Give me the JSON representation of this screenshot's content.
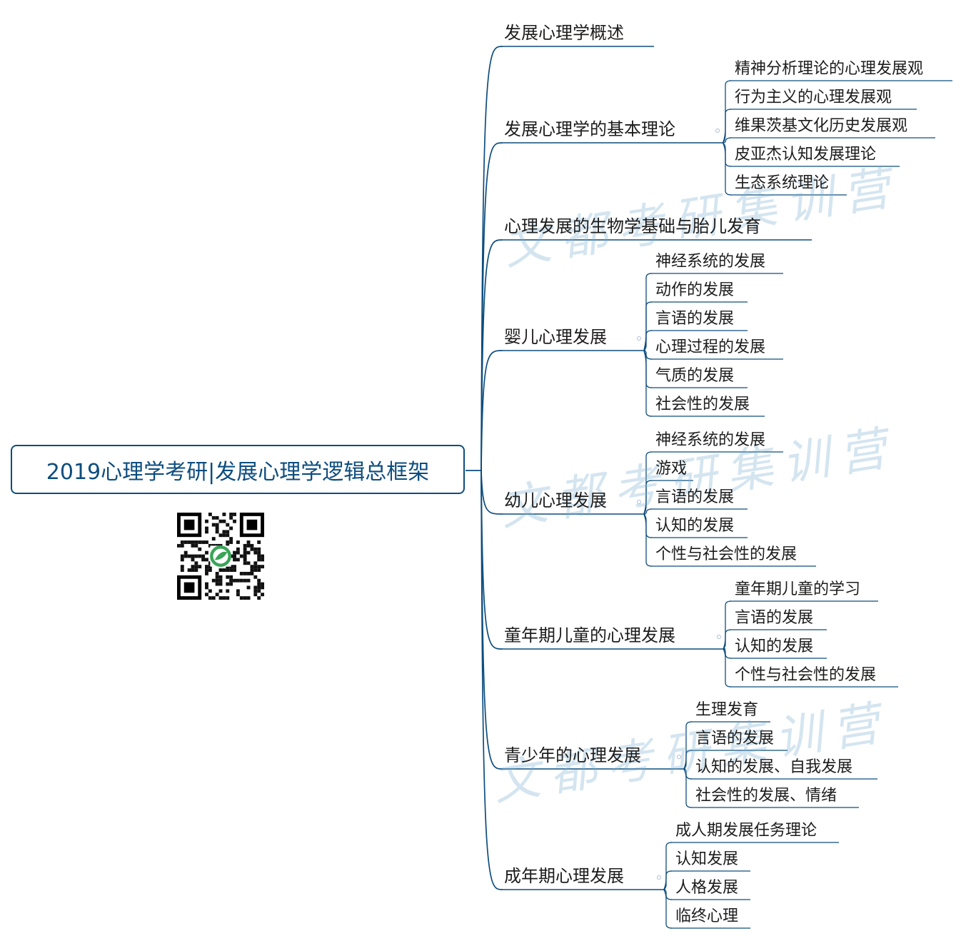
{
  "root": {
    "label": "2019心理学考研|发展心理学逻辑总框架"
  },
  "qr_code": {
    "icon": "qr-code-icon",
    "logo_color": "#3aa457"
  },
  "watermark": "文都考研集训营",
  "colors": {
    "line": "#0d4d7e",
    "root_text": "#0d4d7e",
    "watermark": "#7aaed0"
  },
  "topics": [
    {
      "label": "发展心理学概述",
      "children": []
    },
    {
      "label": "发展心理学的基本理论",
      "children": [
        "精神分析理论的心理发展观",
        "行为主义的心理发展观",
        "维果茨基文化历史发展观",
        "皮亚杰认知发展理论",
        "生态系统理论"
      ]
    },
    {
      "label": "心理发展的生物学基础与胎儿发育",
      "children": []
    },
    {
      "label": "婴儿心理发展",
      "children": [
        "神经系统的发展",
        "动作的发展",
        "言语的发展",
        "心理过程的发展",
        "气质的发展",
        "社会性的发展"
      ]
    },
    {
      "label": "幼儿心理发展",
      "children": [
        "神经系统的发展",
        "游戏",
        "言语的发展",
        "认知的发展",
        "个性与社会性的发展"
      ]
    },
    {
      "label": "童年期儿童的心理发展",
      "children": [
        "童年期儿童的学习",
        "言语的发展",
        "认知的发展",
        "个性与社会性的发展"
      ]
    },
    {
      "label": "青少年的心理发展",
      "children": [
        "生理发育",
        "言语的发展",
        "认知的发展、自我发展",
        "社会性的发展、情绪"
      ]
    },
    {
      "label": "成年期心理发展",
      "children": [
        "成人期发展任务理论",
        "认知发展",
        "人格发展",
        "临终心理"
      ]
    }
  ]
}
